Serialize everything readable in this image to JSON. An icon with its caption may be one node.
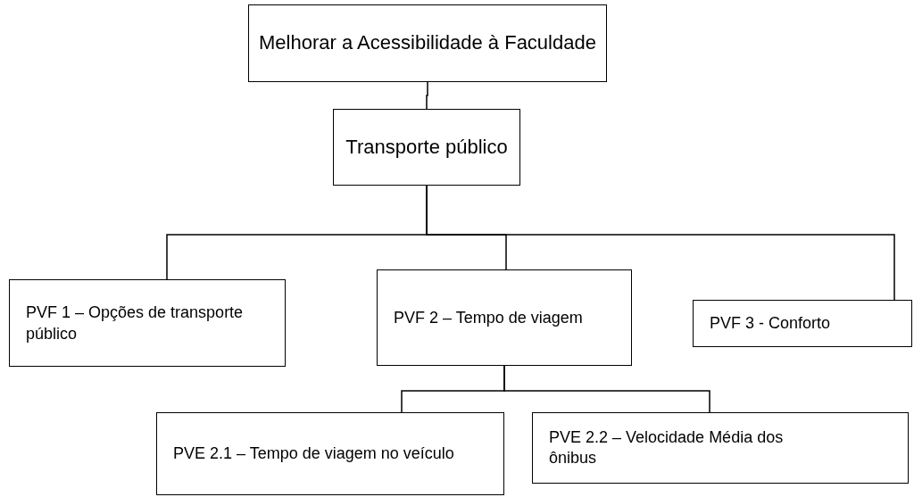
{
  "diagram": {
    "nodes": [
      {
        "text": [
          "Melhorar a Acessibilidade à Faculdade"
        ]
      },
      {
        "text": [
          "Transporte público"
        ]
      },
      {
        "text": [
          "PVF 1 – Opções de transporte público"
        ]
      },
      {
        "text": [
          "PVF 2 – Tempo de viagem"
        ]
      },
      {
        "text": [
          "PVF 3 - Conforto"
        ]
      },
      {
        "text": [
          "PVE 2.1 – Tempo de viagem no veículo"
        ]
      },
      {
        "text": [
          "PVE 2.2 – Velocidade Média dos ônibus"
        ]
      }
    ],
    "edges": [
      {
        "from": 0,
        "to": 1,
        "arrow": "none"
      },
      {
        "from": 1,
        "to": 2,
        "arrow": "none"
      },
      {
        "from": 1,
        "to": 3,
        "arrow": "none"
      },
      {
        "from": 1,
        "to": 4,
        "arrow": "none"
      },
      {
        "from": 3,
        "to": 5,
        "arrow": "none"
      },
      {
        "from": 3,
        "to": 6,
        "arrow": "none"
      }
    ]
  }
}
